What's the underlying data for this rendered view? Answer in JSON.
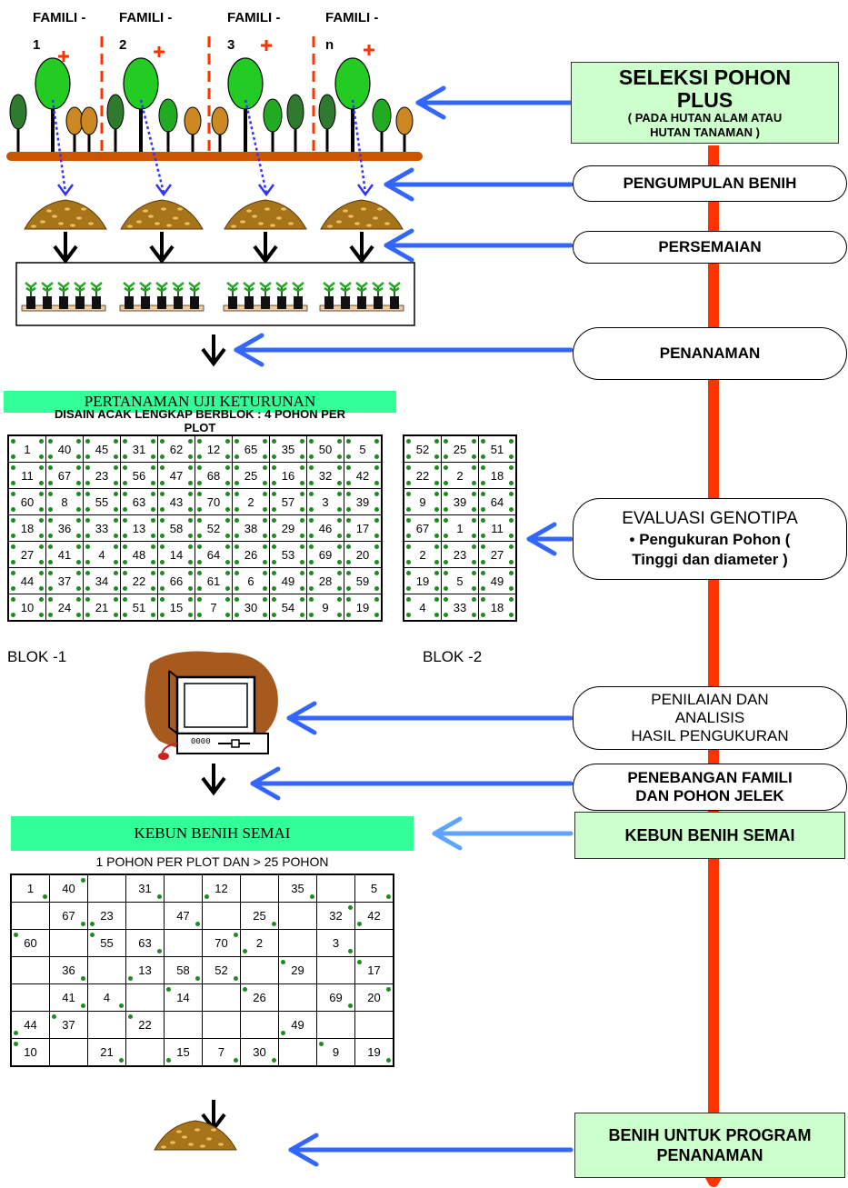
{
  "colors": {
    "accent_arrow": "#3366ff",
    "main_arrow": "#ff3300",
    "green_box": "#ccffcc",
    "banner": "#33ff99",
    "leaf": "#22aa22",
    "dot": "#1e8a1e"
  },
  "families": [
    {
      "label_line1": "FAMILI -",
      "label_line2": "1"
    },
    {
      "label_line1": "FAMILI -",
      "label_line2": "2"
    },
    {
      "label_line1": "FAMILI -",
      "label_line2": "3"
    },
    {
      "label_line1": "FAMILI -",
      "label_line2": "n"
    }
  ],
  "steps": {
    "seleksi_title_1": "SELEKSI POHON",
    "seleksi_title_2": "PLUS",
    "seleksi_sub_1": "( PADA HUTAN ALAM ATAU",
    "seleksi_sub_2": "HUTAN TANAMAN )",
    "pengumpulan": "PENGUMPULAN BENIH",
    "persemaian": "PERSEMAIAN",
    "penanaman": "PENANAMAN",
    "evaluasi_title": "EVALUASI GENOTIPA",
    "evaluasi_1": "• Pengukuran Pohon (",
    "evaluasi_2": "Tinggi dan diameter )",
    "penilaian_1": "PENILAIAN DAN",
    "penilaian_2": "ANALISIS",
    "penilaian_3": "HASIL PENGUKURAN",
    "penebangan_1": "PENEBANGAN FAMILI",
    "penebangan_2": "DAN POHON JELEK",
    "kebun": "KEBUN BENIH SEMAI",
    "benih_1": "BENIH UNTUK PROGRAM",
    "benih_2": "PENANAMAN"
  },
  "progeny_test": {
    "banner": "PERTANAMAN UJI KETURUNAN",
    "subtitle_1": "DISAIN ACAK LENGKAP BERBLOK : 4 POHON PER",
    "subtitle_2": "PLOT",
    "block1_label": "BLOK -1",
    "block2_label": "BLOK -2",
    "block1": [
      [
        "1",
        "40",
        "45",
        "31",
        "62",
        "12",
        "65",
        "35",
        "50",
        "5"
      ],
      [
        "11",
        "67",
        "23",
        "56",
        "47",
        "68",
        "25",
        "16",
        "32",
        "42"
      ],
      [
        "60",
        "8",
        "55",
        "63",
        "43",
        "70",
        "2",
        "57",
        "3",
        "39"
      ],
      [
        "18",
        "36",
        "33",
        "13",
        "58",
        "52",
        "38",
        "29",
        "46",
        "17"
      ],
      [
        "27",
        "41",
        "4",
        "48",
        "14",
        "64",
        "26",
        "53",
        "69",
        "20"
      ],
      [
        "44",
        "37",
        "34",
        "22",
        "66",
        "61",
        "6",
        "49",
        "28",
        "59"
      ],
      [
        "10",
        "24",
        "21",
        "51",
        "15",
        "7",
        "30",
        "54",
        "9",
        "19"
      ]
    ],
    "block2": [
      [
        "52",
        "25",
        "51"
      ],
      [
        "22",
        "2",
        "18"
      ],
      [
        "9",
        "39",
        "64"
      ],
      [
        "67",
        "1",
        "11"
      ],
      [
        "2",
        "23",
        "27"
      ],
      [
        "19",
        "5",
        "49"
      ],
      [
        "4",
        "33",
        "18"
      ]
    ]
  },
  "seed_orchard": {
    "banner": "KEBUN BENIH SEMAI",
    "subtitle": "1  POHON PER PLOT DAN > 25 POHON",
    "grid": [
      [
        "1",
        "40",
        "",
        "31",
        "",
        "12",
        "",
        "35",
        "",
        "5"
      ],
      [
        "",
        "67",
        "23",
        "",
        "47",
        "",
        "25",
        "",
        "32",
        "42"
      ],
      [
        "60",
        "",
        "55",
        "63",
        "",
        "70",
        "2",
        "",
        "3",
        ""
      ],
      [
        "",
        "36",
        "",
        "13",
        "58",
        "52",
        "",
        "29",
        "",
        "17"
      ],
      [
        "",
        "41",
        "4",
        "",
        "14",
        "",
        "26",
        "",
        "69",
        "20"
      ],
      [
        "44",
        "37",
        "",
        "22",
        "",
        "",
        "",
        "49",
        "",
        ""
      ],
      [
        "10",
        "",
        "21",
        "",
        "15",
        "7",
        "30",
        "",
        "9",
        "19"
      ]
    ]
  },
  "computer": {
    "label": "0000"
  }
}
